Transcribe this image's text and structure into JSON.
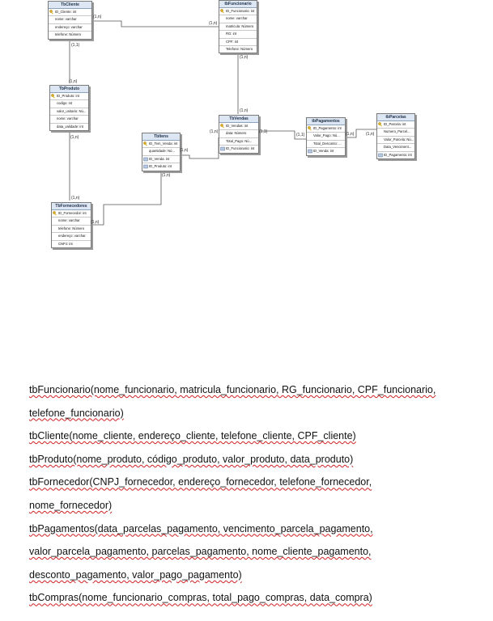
{
  "tables": {
    "tbCliente": {
      "title": "TbCliente",
      "rows": [
        "ID_Cliente: int",
        "nome: varchar",
        "endereço: varchar",
        "telefone: Número"
      ]
    },
    "tbFuncionario": {
      "title": "tbFuncionario",
      "rows": [
        "ID_Funcionario: int",
        "nome: varchar",
        "matricula: Número",
        "RG: int",
        "CPF: int",
        "Telefone: Número"
      ]
    },
    "tbProduto": {
      "title": "TbProduto",
      "rows": [
        "ID_Produto: int",
        "codigo: int",
        "valor_unitario: Nú...",
        "nome: varchar",
        "data_validade: int"
      ]
    },
    "tbVendas": {
      "title": "TbVendas",
      "rows": [
        "ID_Vendas: int",
        "data: Número",
        "Total_Pago: Nú...",
        "ID_Funcionario: int"
      ]
    },
    "tbPagamentos": {
      "title": "tbPagamentos",
      "rows": [
        "ID_Pagamento: int",
        "Valor_Pago: Nú...",
        "Total_Desconto: ...",
        "ID_Venda: int"
      ]
    },
    "tbParcelas": {
      "title": "tbParcelas",
      "rows": [
        "ID_Parcela: int",
        "Numero_Parcel...",
        "Valor_Parcela: Nú...",
        "Data_Venciment...",
        "ID_Pagamento: int"
      ]
    },
    "tbItens": {
      "title": "TbItens",
      "rows": [
        "ID_Tem_Venda: int",
        "quantidade: Nú...",
        "ID_Venda: int",
        "ID_Produto: int"
      ]
    },
    "tbFornecedores": {
      "title": "TbFornecedores",
      "rows": [
        "ID_Fornecedor: int",
        "nome: varchar",
        "telefone: Número",
        "endereço: varchar",
        "CNPJ: int"
      ]
    }
  },
  "cardinalities": {
    "cli_fun_left": "(1,n)",
    "cli_fun_right": "(1,n)",
    "cli_prod_top": "(1,1)",
    "cli_prod_bottom": "(1,n)",
    "fun_ven_top": "(1,n)",
    "fun_ven_bottom": "(1,n)",
    "prod_forn_top": "(1,n)",
    "prod_forn_bottom": "(1,n)",
    "itens_ven_left": "(1,n)",
    "itens_ven_right": "(1,n)",
    "ven_pag_left": "(1,1)",
    "ven_pag_right": "(1,1)",
    "pag_parc_left": "(1,n)",
    "pag_parc_right": "(1,n)",
    "itens_forn_top": "(1,n)",
    "itens_forn_right": "(1,n)"
  },
  "text_lines": [
    "tbFuncionario(nome_funcionario, matricula_funcionario, RG_funcionario, CPF_funcionario,",
    "telefone_funcionario)",
    "tbCliente(nome_cliente, endereço_cliente, telefone_cliente, CPF_cliente)",
    "tbProduto(nome_produto, código_produto, valor_produto, data_produto)",
    "tbFornecedor(CNPJ_fornecedor, endereço_fornecedor, telefone_fornecedor,",
    "nome_fornecedor)",
    "tbPagamentos(data_parcelas_pagamento, vencimento_parcela_pagamento,",
    "valor_parcela_pagamento, parcelas_pagamento, nome_cliente_pagamento,",
    "desconto_pagamento, valor_pago_pagamento)",
    "tbCompras(nome_funcionario_compras, total_pago_compras, data_compra)"
  ]
}
